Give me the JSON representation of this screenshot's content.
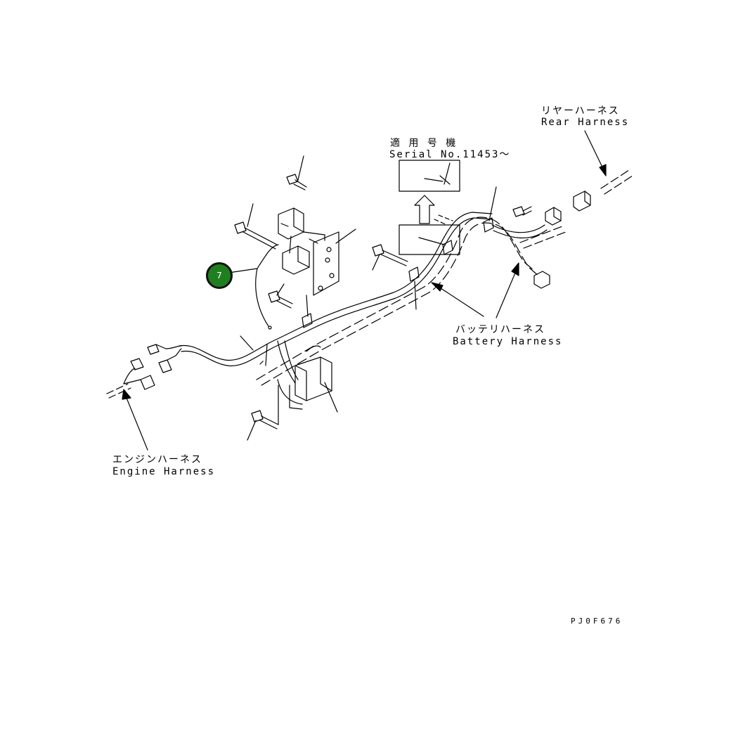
{
  "labels": {
    "serial_jp": "適 用 号 機",
    "serial_en": "Serial No.11453～",
    "rear_jp": "リヤーハーネス",
    "rear_en": "Rear Harness",
    "battery_jp": "バッテリハーネス",
    "battery_en": "Battery Harness",
    "engine_jp": "エンジンハーネス",
    "engine_en": "Engine Harness",
    "drawing_id": "PJ0F676"
  },
  "callout": {
    "number": "7",
    "color": "#1f7f1f"
  },
  "colors": {
    "line": "#000000",
    "background": "#ffffff"
  }
}
